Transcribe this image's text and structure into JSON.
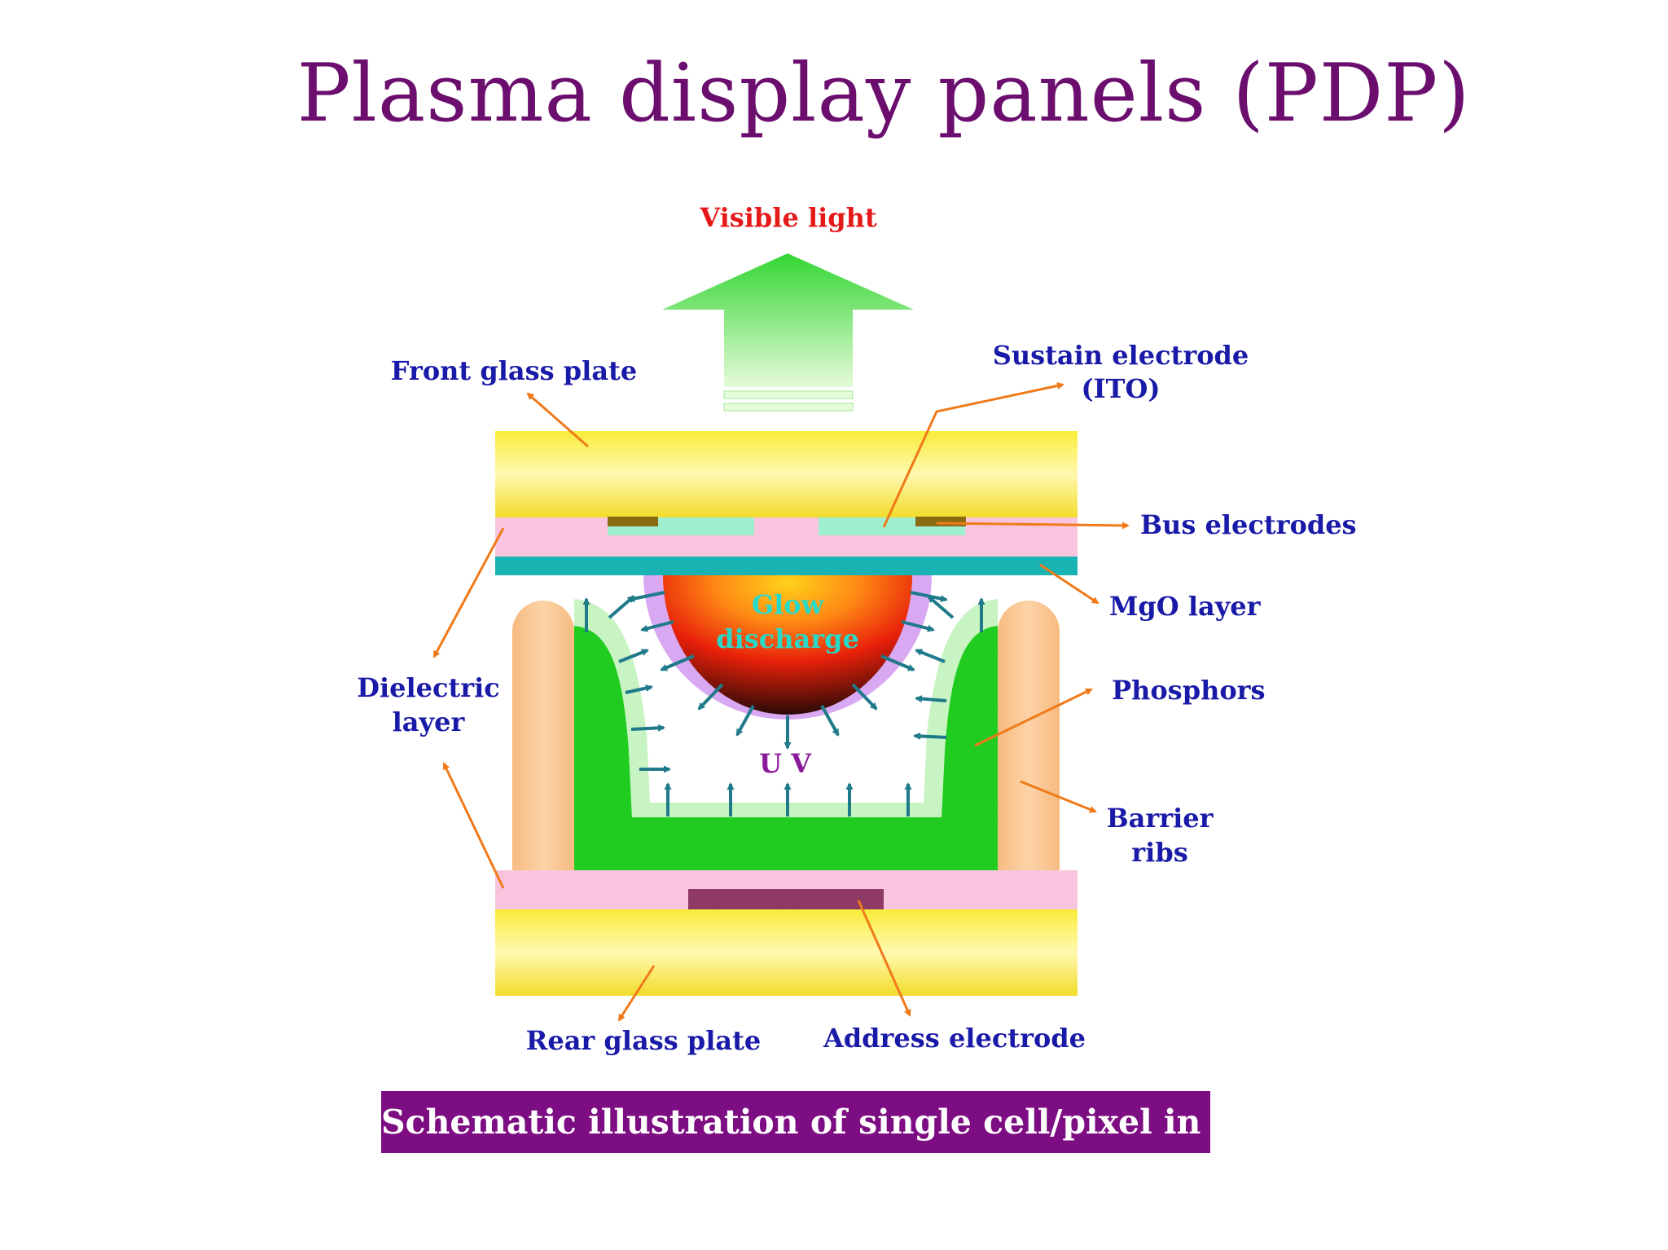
{
  "title": "Plasma display panels (PDP)",
  "caption": "Schematic illustration of single cell/pixel in PDP",
  "labels": {
    "visible_light": "Visible light",
    "front_glass_plate": "Front glass plate",
    "sustain_electrode_line1": "Sustain electrode",
    "sustain_electrode_line2": "(ITO)",
    "bus_electrodes": "Bus electrodes",
    "mgo_layer": "MgO layer",
    "phosphors": "Phosphors",
    "barrier_ribs_line1": "Barrier",
    "barrier_ribs_line2": "ribs",
    "dielectric_line1": "Dielectric",
    "dielectric_line2": "layer",
    "rear_glass_plate": "Rear glass plate",
    "address_electrode": "Address electrode",
    "glow_line1": "Glow",
    "glow_line2": "discharge",
    "uv": "U V"
  },
  "colors": {
    "title": "#6b0e6e",
    "caption_bg": "#7d0d82",
    "label": "#1a1aa8",
    "visible_light_label": "#e41a1a",
    "leader_arrow": "#f07a1a",
    "uv_arrow": "#1f7a8a",
    "glass_plate": "#f6e23a",
    "dielectric": "#f9c5de",
    "mgo_layer": "#19b3b3",
    "phosphor": "#1fcc1f",
    "barrier_rib": "#f9c48e",
    "address_electrode": "#8e3a64"
  }
}
